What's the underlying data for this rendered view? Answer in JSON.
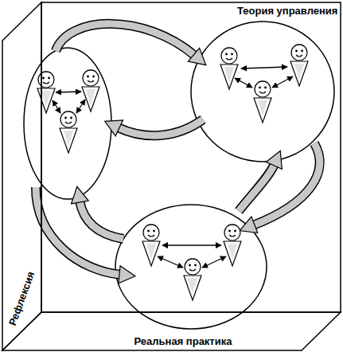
{
  "diagram": {
    "nodes": [
      {
        "text": [
          "Теория управления"
        ]
      },
      {
        "text": [
          "Рефлексия"
        ]
      },
      {
        "text": [
          "Реальная практика"
        ]
      }
    ]
  }
}
